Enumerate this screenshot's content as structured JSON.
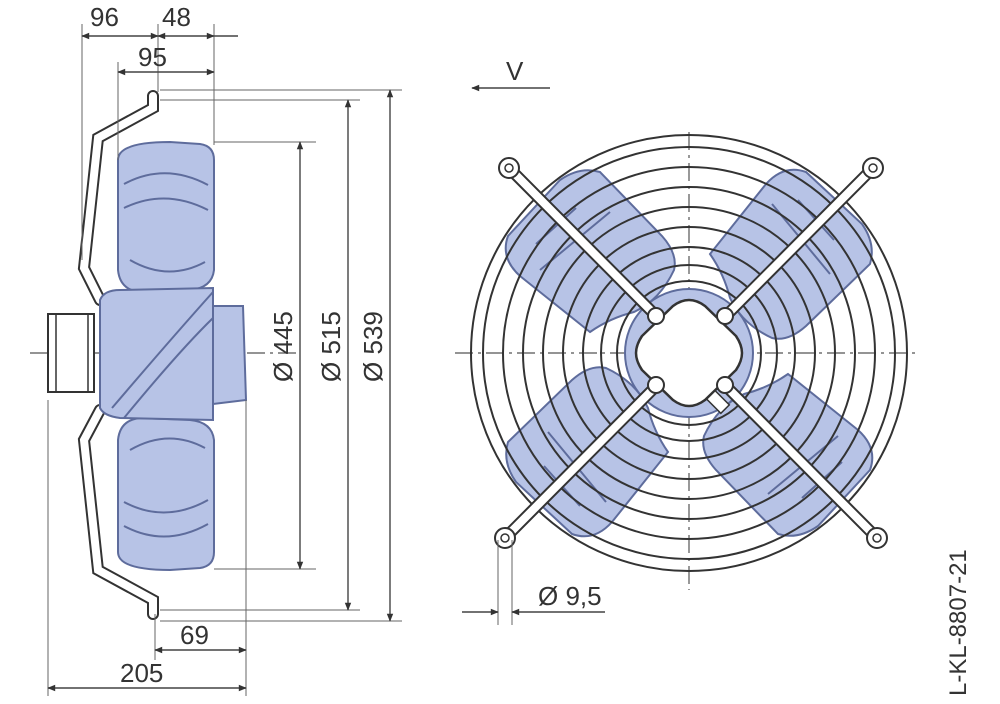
{
  "dimensions": {
    "d96": "96",
    "d48": "48",
    "d95": "95",
    "d445": "Ø 445",
    "d515": "Ø 515",
    "d539": "Ø 539",
    "d69": "69",
    "d205": "205",
    "d9_5": "Ø 9,5"
  },
  "airflow_label": "V",
  "drawing_code": "L-KL-8807-21",
  "colors": {
    "blade_fill": "#b7c3e6",
    "blade_stroke": "#5e6c9c",
    "line": "#444444"
  }
}
